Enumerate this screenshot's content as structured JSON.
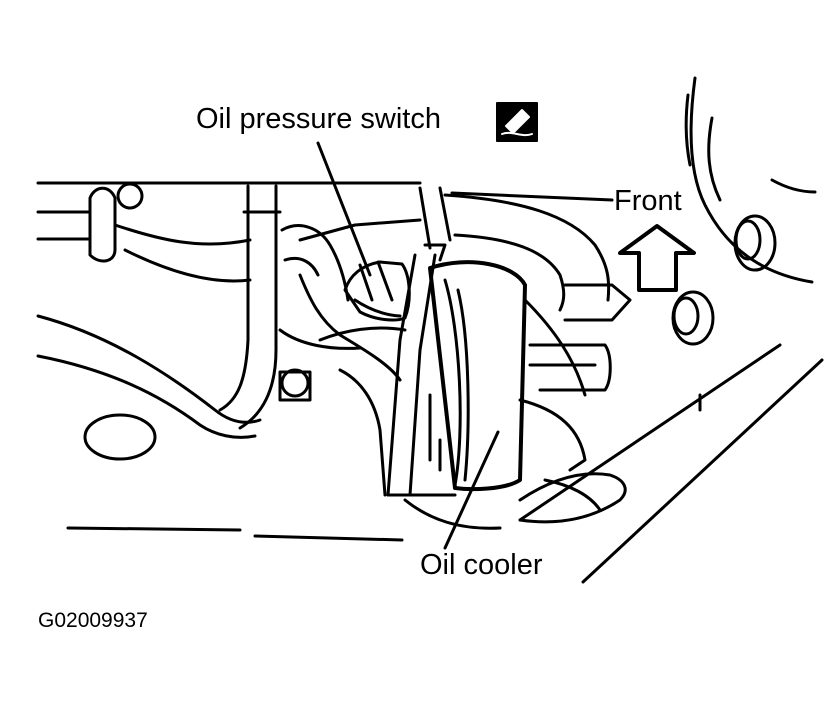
{
  "labels": {
    "oil_pressure_switch": "Oil pressure switch",
    "front": "Front",
    "oil_cooler": "Oil cooler",
    "figure_code": "G02009937"
  },
  "icons": {
    "sealant": "sealant-icon",
    "front_arrow": "up-arrow-icon"
  },
  "colors": {
    "ink": "#000000",
    "paper": "#ffffff"
  }
}
